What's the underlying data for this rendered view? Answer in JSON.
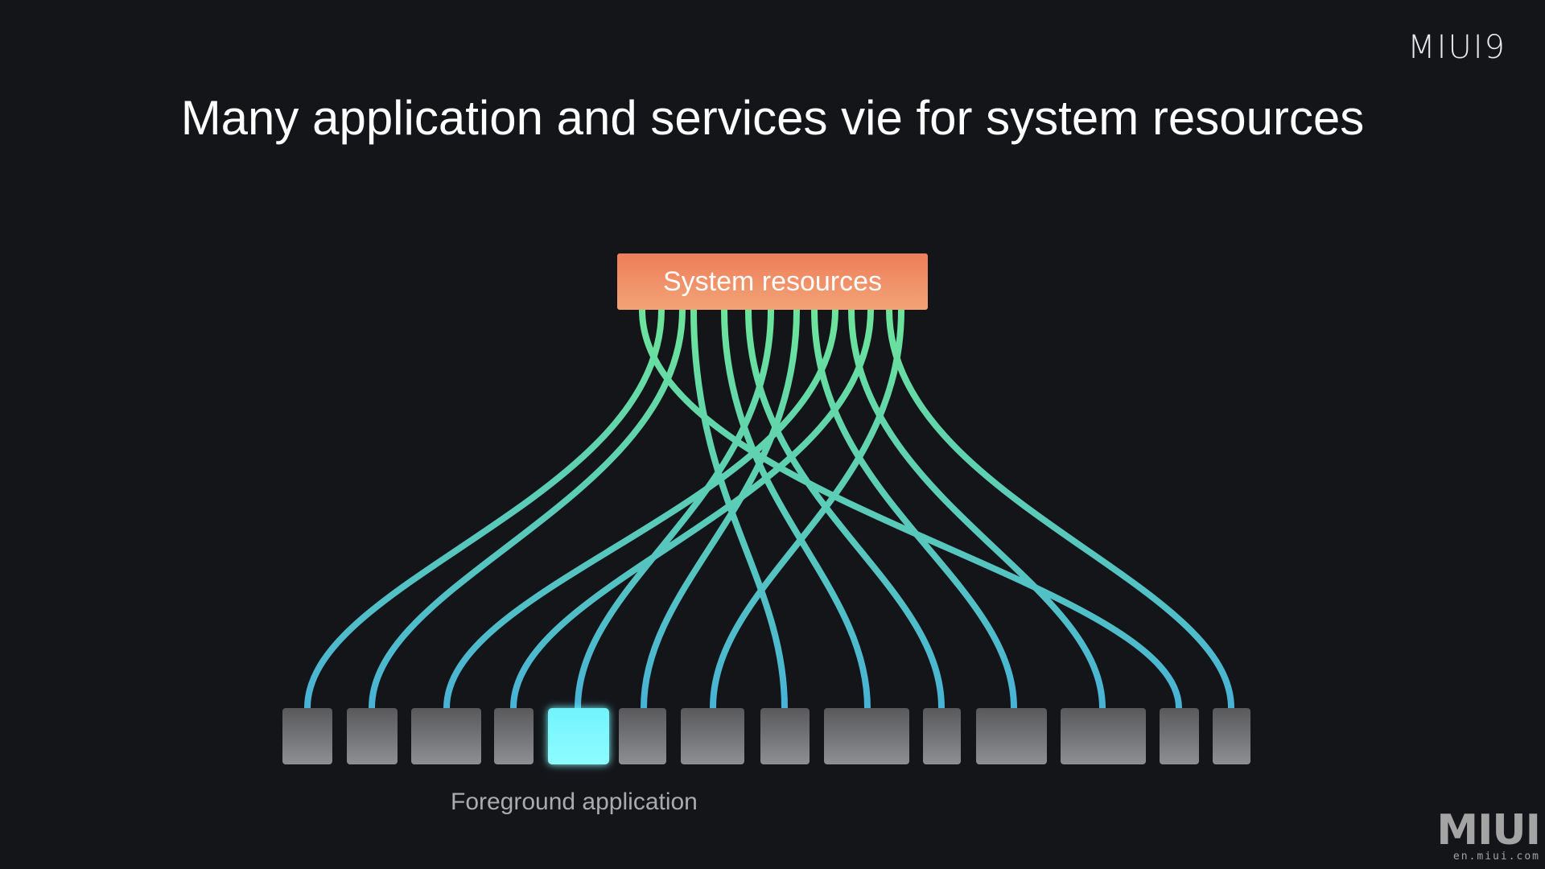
{
  "header": {
    "brand": "MIUI9",
    "title": "Many application and services vie for system resources"
  },
  "diagram": {
    "resource_label": "System resources",
    "foreground_caption": "Foreground application",
    "app_count": 14,
    "foreground_index": 4,
    "colors": {
      "background": "#131519",
      "resource_top": "#ee7e5a",
      "resource_bottom": "#f2a377",
      "line_top": "#6de49a",
      "line_bottom": "#48b3d6",
      "app_block": "#7a7b7d",
      "foreground_block": "#7cfaff"
    }
  },
  "footer": {
    "logo": "MIUI",
    "url": "en.miui.com"
  }
}
